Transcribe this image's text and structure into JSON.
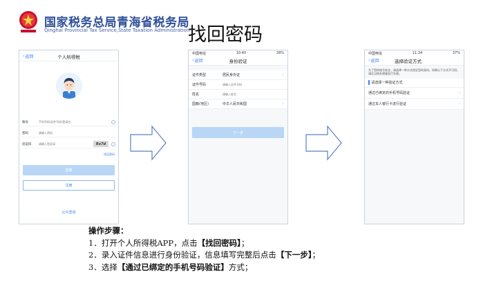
{
  "header": {
    "org_name_cn": "国家税务总局青海省税务局",
    "org_name_en": "Qinghai Provincial Tax Service,State Taxation Administration",
    "slide_title": "找回密码"
  },
  "screen_login": {
    "back_label": "返回",
    "title": "个人所得税",
    "account_label": "账号",
    "account_placeholder": "手机号码/证件号码/登录名",
    "password_label": "密码",
    "password_placeholder": "请输入密码",
    "captcha_label": "验证码",
    "captcha_placeholder": "请输入验证码",
    "captcha_text": "Rx7d",
    "forgot_password": "找回密码",
    "login_button": "登录",
    "register_button": "注册",
    "public_query": "公众查询"
  },
  "screen_identity": {
    "status_carrier": "中国电信",
    "status_time": "10:40",
    "status_battery": "28%",
    "back_label": "返回",
    "title": "身份验证",
    "rows": [
      {
        "label": "证件类型",
        "value": "居民身份证",
        "placeholder": ""
      },
      {
        "label": "证件号码",
        "value": "",
        "placeholder": "请输入证件号码"
      },
      {
        "label": "姓名",
        "value": "",
        "placeholder": "请输入姓名"
      },
      {
        "label": "国籍(地区)",
        "value": "中华人民共和国",
        "placeholder": ""
      }
    ],
    "next_button": "下一步"
  },
  "screen_method": {
    "status_carrier": "中国电信",
    "status_time": "11:34",
    "status_battery": "37%",
    "back_label": "返回",
    "title": "选择验证方式",
    "tip": "为了您的账号安全，请选择一种方式验证您的身份。如果以下方式不可用，请至当地办税服务厅办理。",
    "section_title": "请选择一种验证方式",
    "options": [
      "通过已绑定的手机号码验证",
      "通过本人银行卡进行验证"
    ]
  },
  "instructions": {
    "heading": "操作步骤：",
    "step1_prefix": "1．打开个人所得税APP，点击",
    "step1_bold": "【找回密码】",
    "step1_suffix": "；",
    "step2_prefix": "2．录入证件信息进行身份验证，信息填写完整后点击",
    "step2_bold": "【下一步】",
    "step2_suffix": "；",
    "step3_prefix": "3．选择",
    "step3_bold": "【通过已绑定的手机号码验证】",
    "step3_suffix": "方式；"
  },
  "colors": {
    "brand_blue": "#2f4f9a",
    "link_blue": "#3b82f6",
    "disabled_button": "#b9d6f6",
    "arrow_stroke": "#5b7fc4"
  }
}
